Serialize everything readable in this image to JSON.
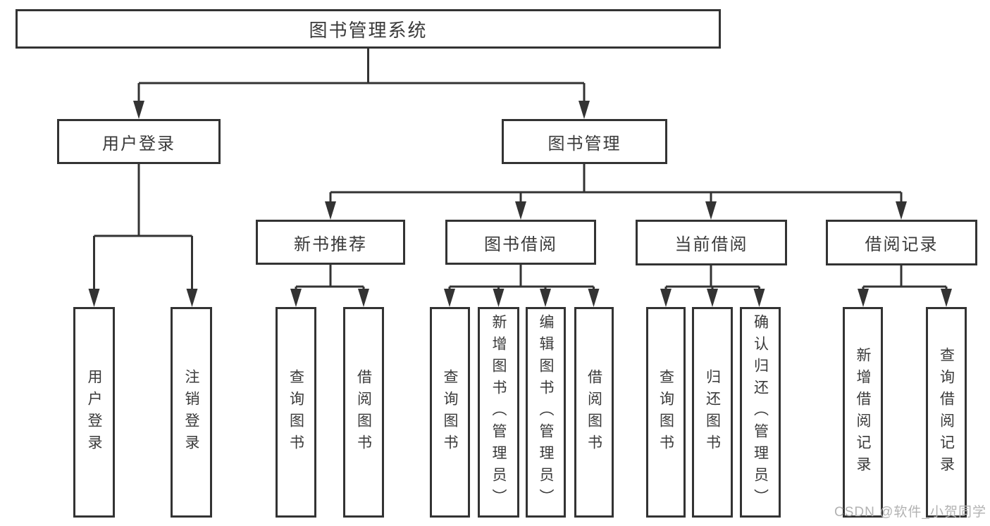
{
  "tree": {
    "root": {
      "label": "图书管理系统"
    },
    "children": [
      {
        "label": "用户登录",
        "children": [
          {
            "label": "用户登录"
          },
          {
            "label": "注销登录"
          }
        ]
      },
      {
        "label": "图书管理",
        "children": [
          {
            "label": "新书推荐",
            "children": [
              {
                "label": "查询图书"
              },
              {
                "label": "借阅图书"
              }
            ]
          },
          {
            "label": "图书借阅",
            "children": [
              {
                "label": "查询图书"
              },
              {
                "label": "新增图书（管理员）"
              },
              {
                "label": "编辑图书（管理员）"
              },
              {
                "label": "借阅图书"
              }
            ]
          },
          {
            "label": "当前借阅",
            "children": [
              {
                "label": "查询图书"
              },
              {
                "label": "归还图书"
              },
              {
                "label": "确认归还（管理员）"
              }
            ]
          },
          {
            "label": "借阅记录",
            "children": [
              {
                "label": "新增借阅记录"
              },
              {
                "label": "查询借阅记录"
              }
            ]
          }
        ]
      }
    ]
  },
  "watermark": {
    "text": "CSDN @软件_小贺同学"
  },
  "colors": {
    "line": "#333333",
    "text": "#3a3a3a",
    "watermark": "#b2b2b2",
    "background": "#ffffff"
  }
}
